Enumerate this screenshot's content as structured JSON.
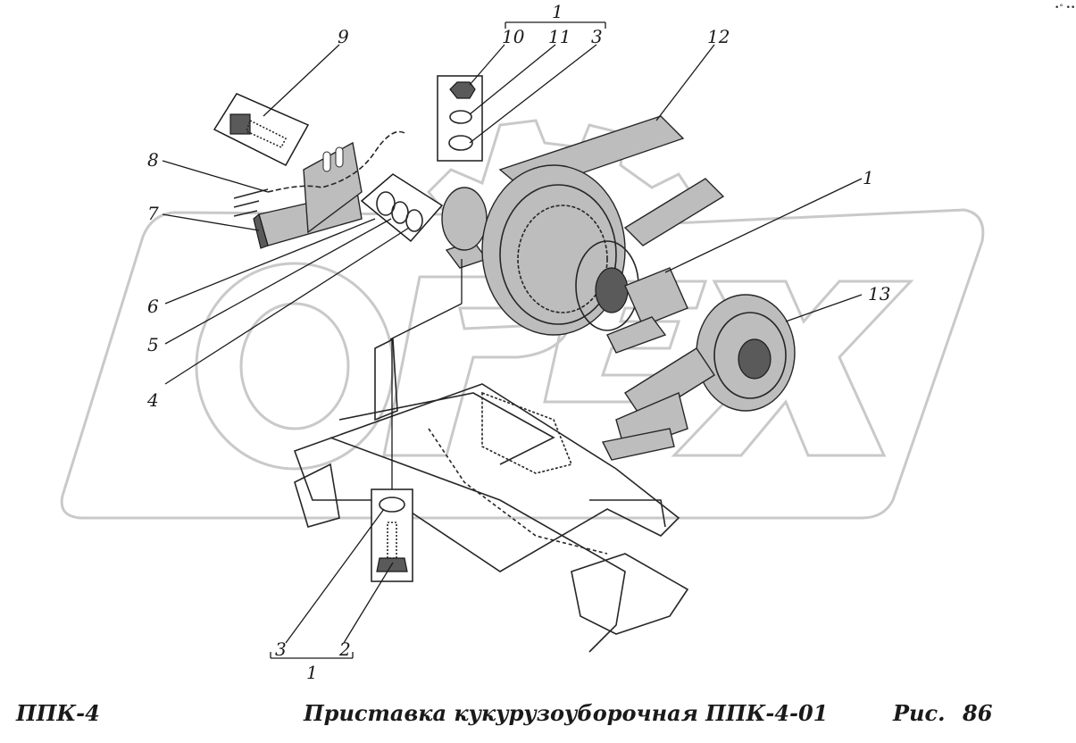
{
  "watermark": {
    "brand": "OREX"
  },
  "callouts": {
    "n1_top": "1",
    "n10": "10",
    "n11": "11",
    "n3_top": "3",
    "n12": "12",
    "n9": "9",
    "n8": "8",
    "n7": "7",
    "n6": "6",
    "n5": "5",
    "n4": "4",
    "n1_right": "1",
    "n13": "13",
    "n3_bottom": "3",
    "n2": "2",
    "n1_bottom": "1"
  },
  "footer": {
    "left": "ППК-4",
    "center": "Приставка кукурузоуборочная ППК-4-01",
    "right_label": "Рис.",
    "right_number": "86"
  },
  "corner_mark": "•° ••"
}
